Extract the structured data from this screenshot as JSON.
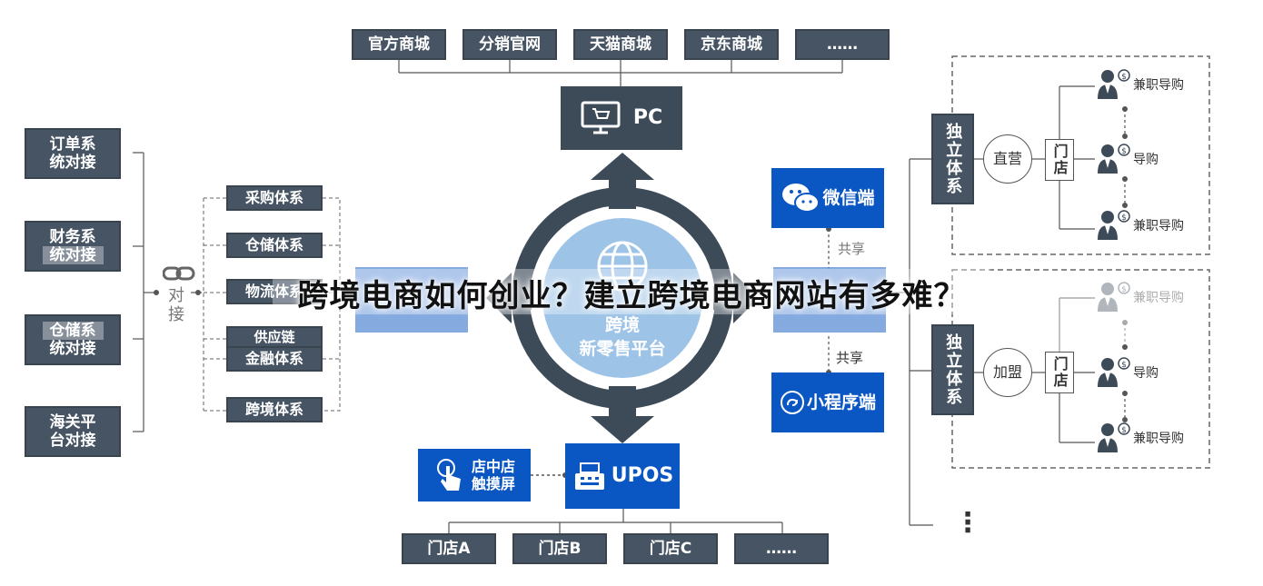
{
  "title_overlay": "跨境电商如何创业？建立跨境电商网站有多难？",
  "top_channels": [
    "官方商城",
    "分销官网",
    "天猫商城",
    "京东商城",
    "……"
  ],
  "pc_label": "PC",
  "center_label_line1": "跨境",
  "center_label_line2": "新零售平台",
  "upos_label": "UPOS",
  "touch_screen_line1": "店中店",
  "touch_screen_line2": "触摸屏",
  "stores": [
    "门店A",
    "门店B",
    "门店C",
    "……"
  ],
  "left_integrations": [
    {
      "line1": "订单系",
      "line2": "统对接"
    },
    {
      "line1": "财务系",
      "line2": "统对接"
    },
    {
      "line1": "仓储系",
      "line2": "统对接"
    },
    {
      "line1": "海关平",
      "line2": "台对接"
    }
  ],
  "connect_label_line1": "对",
  "connect_label_line2": "接",
  "systems": [
    "采购体系",
    "仓储体系",
    "物流体系",
    "供应链",
    "金融体系",
    "跨境体系"
  ],
  "wechat_label": "微信端",
  "miniprogram_label": "小程序端",
  "share_label_1": "共享",
  "share_label_2": "共享",
  "independent_label": "独立体系",
  "direct_label": "直营",
  "franchise_label": "加盟",
  "store_label": "门店",
  "part_time_guide": "兼职导购",
  "guide": "导购",
  "more_dots": "⋮",
  "colors": {
    "dark": "#465464",
    "blue": "#0a56c2",
    "ring": "#3d4a58",
    "center": "#9dc3e6"
  },
  "icons": [
    "monitor-cart-icon",
    "globe-icon",
    "wechat-icon",
    "miniprogram-icon",
    "cash-register-icon",
    "touch-hand-icon",
    "link-icon",
    "shopping-bag-icon",
    "salesperson-icon"
  ]
}
